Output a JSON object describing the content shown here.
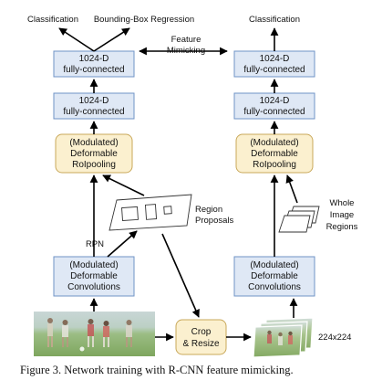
{
  "labels": {
    "classification_left": "Classification",
    "bbox_regression": "Bounding-Box Regression",
    "feature_mimicking_1": "Feature",
    "feature_mimicking_2": "Mimicking",
    "classification_right": "Classification",
    "region_proposals_1": "Region",
    "region_proposals_2": "Proposals",
    "rpn": "RPN",
    "whole_regions_1": "Whole",
    "whole_regions_2": "Image",
    "whole_regions_3": "Regions",
    "size": "224x224"
  },
  "boxes": {
    "left_fc_top": [
      "1024-D",
      "fully-connected"
    ],
    "left_fc_mid": [
      "1024-D",
      "fully-connected"
    ],
    "left_pool": [
      "(Modulated)",
      "Deformable",
      "RoIpooling"
    ],
    "left_conv": [
      "(Modulated)",
      "Deformable",
      "Convolutions"
    ],
    "right_fc_top": [
      "1024-D",
      "fully-connected"
    ],
    "right_fc_mid": [
      "1024-D",
      "fully-connected"
    ],
    "right_pool": [
      "(Modulated)",
      "Deformable",
      "RoIpooling"
    ],
    "right_conv": [
      "(Modulated)",
      "Deformable",
      "Convolutions"
    ],
    "crop": [
      "Crop",
      "& Resize"
    ]
  },
  "caption": "Figure 3. Network training with R-CNN feature mimicking.",
  "colors": {
    "blue_fill": "#dfe8f5",
    "blue_stroke": "#6f93c6",
    "yellow_fill": "#fbf0cf",
    "yellow_stroke": "#c9a85a",
    "arrow": "#000000",
    "field": "#7fa860",
    "sky": "#c6d5d4"
  }
}
